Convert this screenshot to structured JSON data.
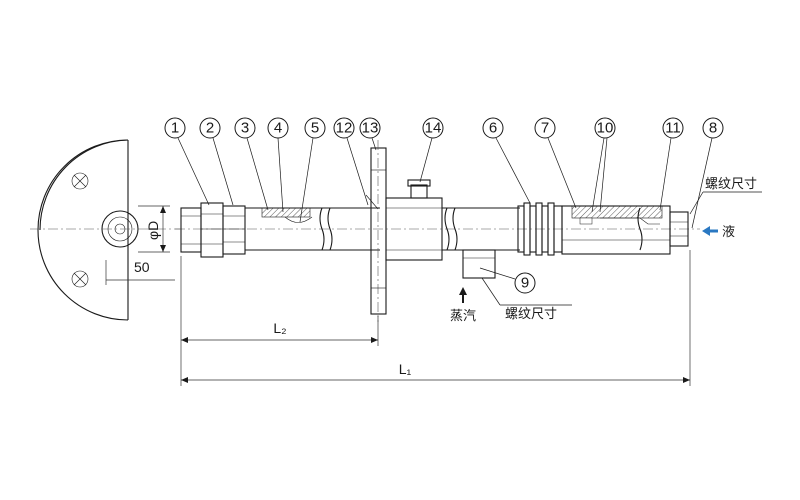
{
  "callouts": [
    {
      "id": "c1",
      "label": "1"
    },
    {
      "id": "c2",
      "label": "2"
    },
    {
      "id": "c3",
      "label": "3"
    },
    {
      "id": "c4",
      "label": "4"
    },
    {
      "id": "c5",
      "label": "5"
    },
    {
      "id": "c12",
      "label": "12"
    },
    {
      "id": "c13",
      "label": "13"
    },
    {
      "id": "c14",
      "label": "14"
    },
    {
      "id": "c6",
      "label": "6"
    },
    {
      "id": "c7",
      "label": "7"
    },
    {
      "id": "c10",
      "label": "10"
    },
    {
      "id": "c11",
      "label": "11"
    },
    {
      "id": "c8",
      "label": "8"
    },
    {
      "id": "c9",
      "label": "9"
    }
  ],
  "labels": {
    "thread_size_liquid": "螺纹尺寸",
    "liquid": "液",
    "steam": "蒸汽",
    "thread_size_steam": "螺纹尺寸"
  },
  "dimensions": {
    "diameter": "φD",
    "offset": "50",
    "l2": "L₂",
    "l1": "L₁"
  },
  "colors": {
    "line": "#1a1a1a",
    "hatch_fill": "#c8c8c8",
    "arrow_liquid": "#2a78c2",
    "body_fill": "#f4f4f4"
  }
}
